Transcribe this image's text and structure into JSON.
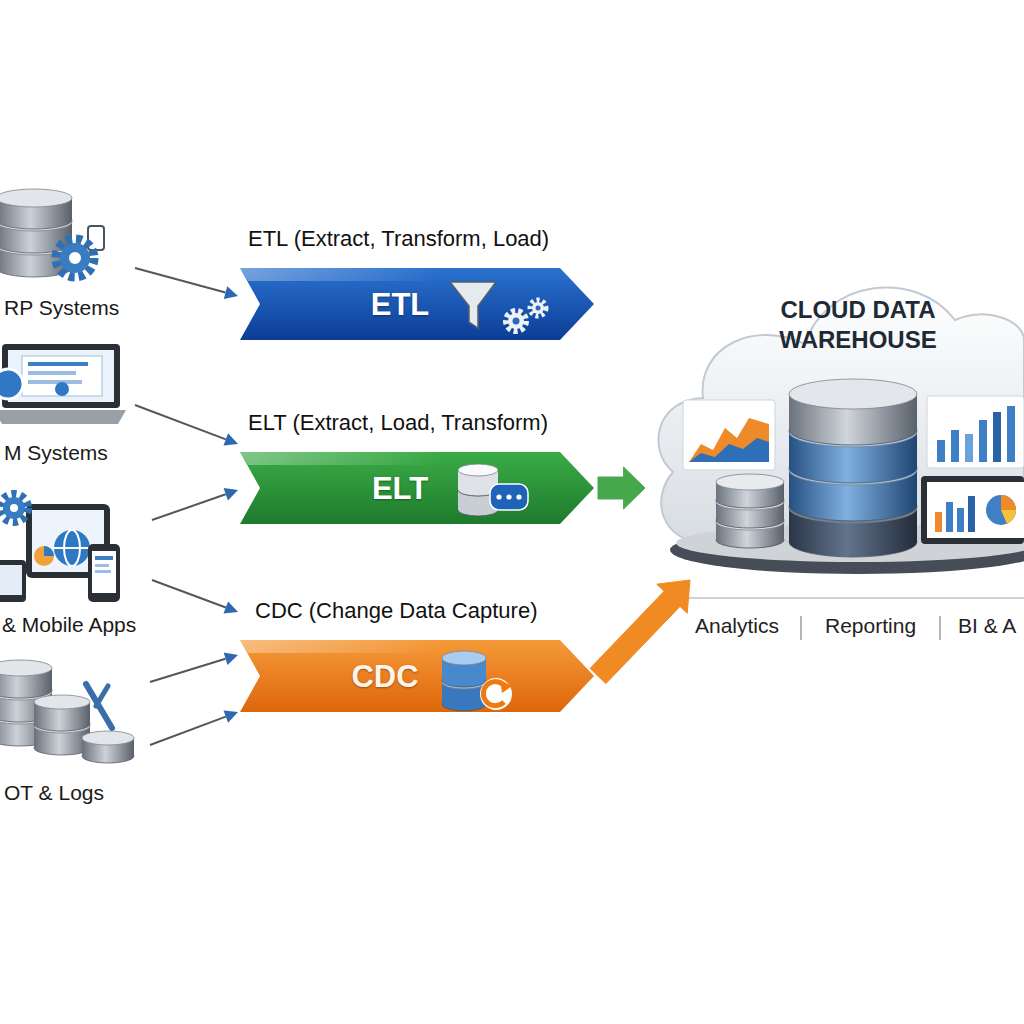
{
  "diagram": {
    "nodes": [
      {
        "text": [
          "RP Systems"
        ]
      },
      {
        "text": [
          "M Systems"
        ]
      },
      {
        "text": [
          "& Mobile Apps"
        ]
      },
      {
        "text": [
          "OT & Logs"
        ]
      },
      {
        "text": [
          "ETL (Extract, Transform, Load)",
          "ETL"
        ]
      },
      {
        "text": [
          "ELT (Extract, Load, Transform)",
          "ELT"
        ]
      },
      {
        "text": [
          "CDC (Change Data Capture)",
          "CDC"
        ]
      },
      {
        "text": [
          "CLOUD DATA WAREHOUSE"
        ]
      }
    ],
    "edges": [
      {
        "from": 0,
        "to": 4,
        "arrow": "to"
      },
      {
        "from": 1,
        "to": 5,
        "arrow": "to"
      },
      {
        "from": 2,
        "to": 5,
        "arrow": "to"
      },
      {
        "from": 2,
        "to": 6,
        "arrow": "to"
      },
      {
        "from": 3,
        "to": 6,
        "arrow": "to"
      },
      {
        "from": 3,
        "to": 6,
        "arrow": "to"
      },
      {
        "from": 5,
        "to": 7,
        "arrow": "to"
      },
      {
        "from": 6,
        "to": 7,
        "arrow": "to"
      }
    ],
    "labels": [
      "Analytics",
      "Reporting",
      "BI & A"
    ]
  }
}
